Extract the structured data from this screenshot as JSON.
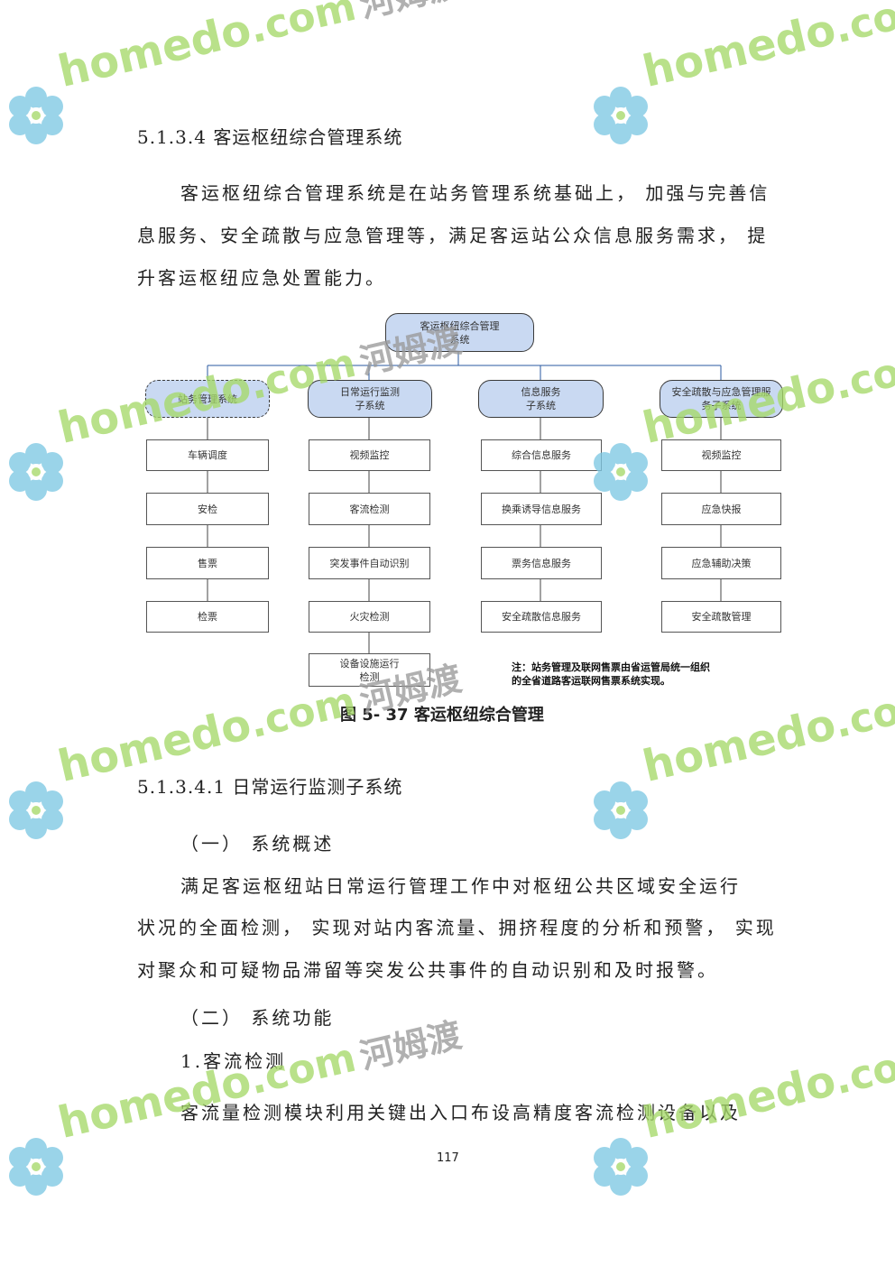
{
  "section_heading": "5.1.3.4 客运枢纽综合管理系统",
  "intro_lines": [
    "客运枢纽综合管理系统是在站务管理系统基础上， 加强与完善信",
    "息服务、安全疏散与应急管理等，满足客运站公众信息服务需求， 提",
    "升客运枢纽应急处置能力。"
  ],
  "diagram": {
    "root": [
      "客运枢纽综合管理",
      "系统"
    ],
    "columns": [
      {
        "header": [
          "站务管理系统"
        ],
        "dashed": true,
        "items": [
          "车辆调度",
          "安检",
          "售票",
          "检票"
        ]
      },
      {
        "header": [
          "日常运行监测",
          "子系统"
        ],
        "dashed": false,
        "items": [
          "视频监控",
          "客流检测",
          "突发事件自动识别",
          "火灾检测",
          "设备设施运行|检测"
        ]
      },
      {
        "header": [
          "信息服务",
          "子系统"
        ],
        "dashed": false,
        "items": [
          "综合信息服务",
          "换乘诱导信息服务",
          "票务信息服务",
          "安全疏散信息服务"
        ]
      },
      {
        "header": [
          "安全疏散与应急管理服",
          "务子系统"
        ],
        "dashed": false,
        "items": [
          "视频监控",
          "应急快报",
          "应急辅助决策",
          "安全疏散管理"
        ]
      }
    ],
    "note": [
      "注：站务管理及联网售票由省运管局统一组织",
      "的全省道路客运联网售票系统实现。"
    ]
  },
  "figure_caption": "图 5- 37 客运枢纽综合管理",
  "subsection_heading": "5.1.3.4.1 日常运行监测子系统",
  "overview_heading": "（一） 系统概述",
  "overview_lines": [
    "满足客运枢纽站日常运行管理工作中对枢纽公共区域安全运行",
    "状况的全面检测， 实现对站内客流量、拥挤程度的分析和预警， 实现",
    "对聚众和可疑物品滞留等突发公共事件的自动识别和及时报警。"
  ],
  "function_heading": "（二） 系统功能",
  "item_heading": "1.客流检测",
  "last_line": "客流量检测模块利用关键出入口布设高精度客流检测设备以及",
  "page_number": "117",
  "watermark": {
    "text": "homedo",
    "domain": ".com",
    "cn": "河姆渡",
    "color": "#a6d96a"
  }
}
